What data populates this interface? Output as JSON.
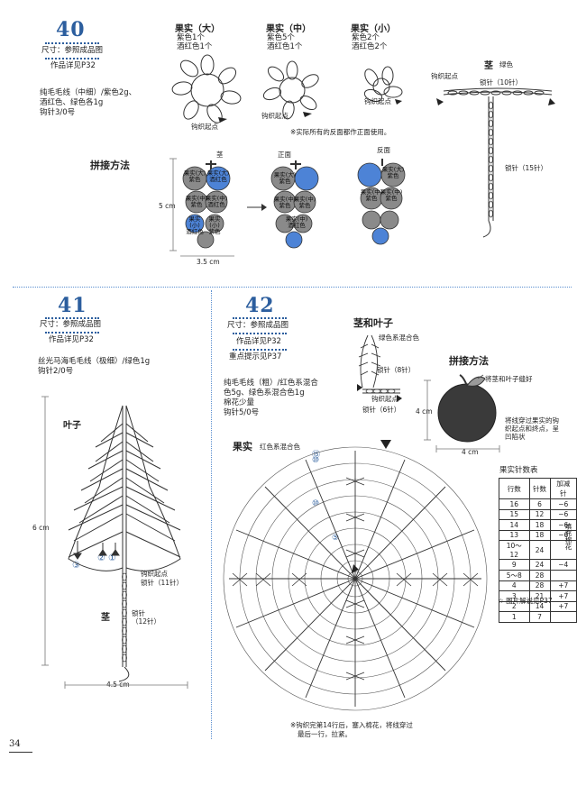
{
  "p40": {
    "number": "40",
    "size": "尺寸：参照成品图",
    "ref": "作品详见P32",
    "yarn": "纯毛毛线（中细）/紫色2g、",
    "yarn2": "酒红色、绿色各1g",
    "hook": "钩针3/0号",
    "fruit_large_title": "果实（大）",
    "fruit_large_l1": "紫色1个",
    "fruit_large_l2": "酒红色1个",
    "fruit_mid_title": "果实（中）",
    "fruit_mid_l1": "紫色5个",
    "fruit_mid_l2": "酒红色1个",
    "fruit_small_title": "果实（小）",
    "fruit_small_l1": "紫色2个",
    "fruit_small_l2": "酒红色2个",
    "start_label": "钩织起点",
    "note": "※实际所有的反面都作正面使用。",
    "stem_title": "茎",
    "stem_color": "绿色",
    "stem_start": "钩织起点",
    "chain10": "锁针（10针）",
    "chain15": "锁针（15针）",
    "assembly": "拼接方法",
    "stem": "茎",
    "front": "正面",
    "back": "反面",
    "dim_h": "5 cm",
    "dim_w": "3.5 cm",
    "g_large_purple": "果实(大)\n紫色",
    "g_large_wine": "果实(大)\n酒红色",
    "g_mid_purple": "果实(中)\n紫色",
    "g_mid_wine": "果实(中)\n酒红色",
    "g_small_purple": "果实\n(小)\n紫色",
    "g_small_wine": "果实\n(小)\n酒红色"
  },
  "p41": {
    "number": "41",
    "size": "尺寸：参照成品图",
    "ref": "作品详见P32",
    "yarn": "丝光马海毛毛线（极细）/绿色1g",
    "hook": "钩针2/0号",
    "leaf": "叶子",
    "height": "6 cm",
    "width": "4.5 cm",
    "stem": "茎",
    "start": "钩织起点",
    "chain11": "锁针（11针）",
    "chain12": "锁针\n（12针）",
    "c1": "①",
    "c2": "②",
    "c3": "③"
  },
  "p42": {
    "number": "42",
    "size": "尺寸：参照成品图",
    "ref": "作品详见P32",
    "tip": "重点提示见P37",
    "yarn": "纯毛毛线（粗）/红色系混合",
    "yarn2": "色5g、绿色系混合色1g",
    "yarn3": "棉花少量",
    "hook": "钩针5/0号",
    "stem_leaf_title": "茎和叶子",
    "stem_leaf_color": "绿色系混合色",
    "chain8": "锁针（8针）",
    "start": "钩织起点",
    "chain6": "锁针（6针）",
    "assembly": "拼接方法",
    "sew_note": "将茎和叶子缝好",
    "through_note": "将线穿过果实的钩\n织起点和终点，呈\n凹陷状",
    "dim_h": "4 cm",
    "dim_w": "4 cm",
    "fruit_title": "果实",
    "fruit_color": "红色系混合色",
    "r10": "⑩",
    "r15": "⑮",
    "r5": "⑤",
    "bottom_note": "※钩织完第14行后，塞入棉花，将线穿过",
    "bottom_note2": "最后一行，拉紧。",
    "table_title": "果实针数表",
    "table_header": [
      "行数",
      "针数",
      "加减针"
    ],
    "table_rows": [
      [
        "16",
        "6",
        "−6"
      ],
      [
        "15",
        "12",
        "−6"
      ],
      [
        "14",
        "18",
        "−6"
      ],
      [
        "13",
        "18",
        "−6"
      ],
      [
        "10～12",
        "24",
        ""
      ],
      [
        "9",
        "24",
        "−4"
      ],
      [
        "5～8",
        "28",
        ""
      ],
      [
        "4",
        "28",
        "+7"
      ],
      [
        "3",
        "21",
        "+7"
      ],
      [
        "2",
        "14",
        "+7"
      ],
      [
        "1",
        "7",
        ""
      ]
    ],
    "fill_note": "填充棉花",
    "diagram_ref": "☆ 图片解说见P37"
  },
  "page_number": "34",
  "colors": {
    "accent": "#2c5e9e",
    "blue": "#4d83d6",
    "gray": "#8a8a8a",
    "red": "#3a3a3a"
  }
}
